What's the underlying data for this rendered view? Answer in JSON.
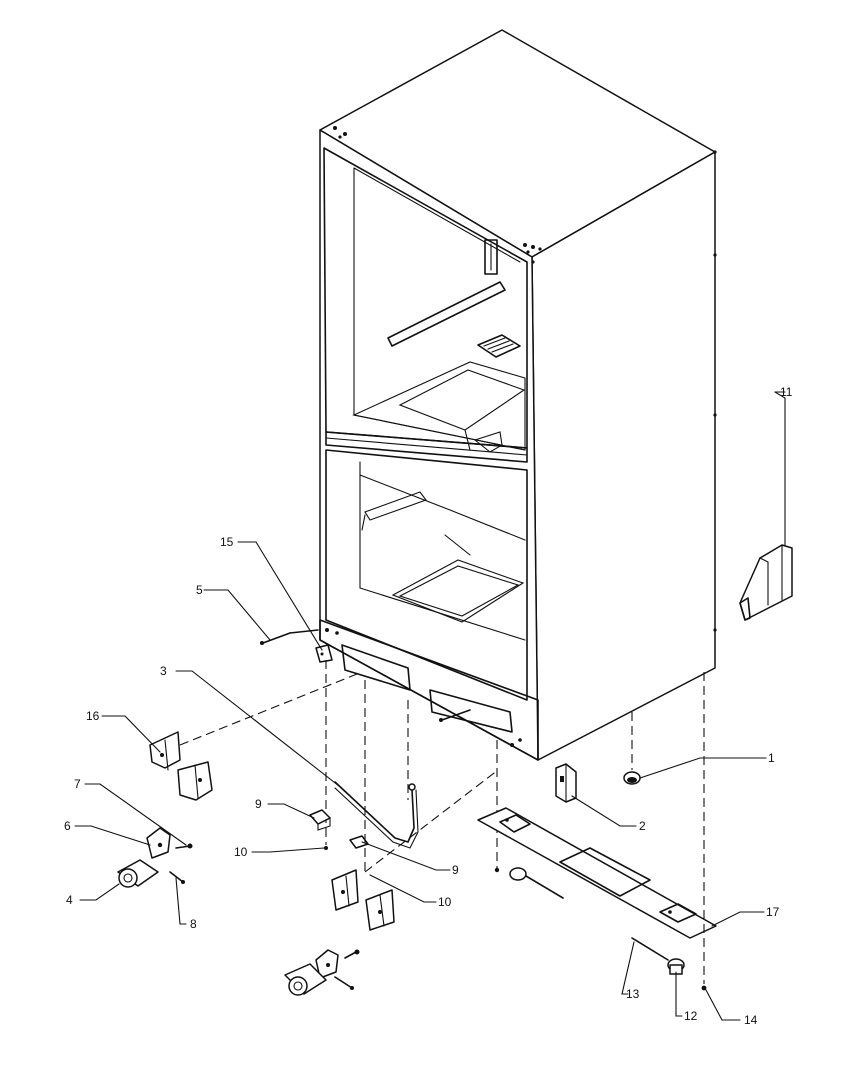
{
  "diagram": {
    "callouts": [
      {
        "id": "c1",
        "text": "1"
      },
      {
        "id": "c2",
        "text": "2"
      },
      {
        "id": "c3",
        "text": "3"
      },
      {
        "id": "c4",
        "text": "4"
      },
      {
        "id": "c5a",
        "text": "5"
      },
      {
        "id": "c5b",
        "text": "6"
      },
      {
        "id": "c7",
        "text": "7"
      },
      {
        "id": "c8",
        "text": "8"
      },
      {
        "id": "c9a",
        "text": "9"
      },
      {
        "id": "c9b",
        "text": "9"
      },
      {
        "id": "c10a",
        "text": "10"
      },
      {
        "id": "c10b",
        "text": "10"
      },
      {
        "id": "c11",
        "text": "11"
      },
      {
        "id": "c12",
        "text": "12"
      },
      {
        "id": "c13",
        "text": "13"
      },
      {
        "id": "c14",
        "text": "14"
      },
      {
        "id": "c15",
        "text": "15"
      },
      {
        "id": "c16",
        "text": "16"
      },
      {
        "id": "c17",
        "text": "17"
      }
    ]
  }
}
